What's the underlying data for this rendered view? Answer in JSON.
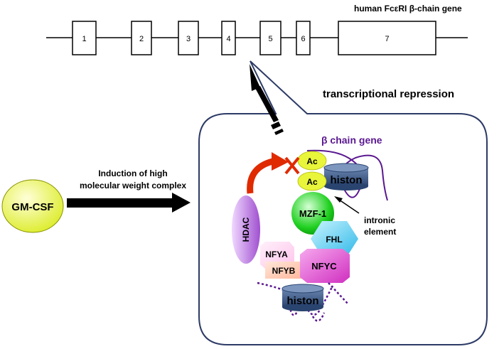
{
  "gene_title": "human FcεRI β-chain gene",
  "exons": [
    "1",
    "2",
    "3",
    "4",
    "5",
    "6",
    "7"
  ],
  "repression_label": "transcriptional repression",
  "induction_label": [
    "Induction of high",
    "molecular weight complex"
  ],
  "stimulus": "GM-CSF",
  "beta_chain_label": "β chain gene",
  "histon_label": "histon",
  "ac_label": "Ac",
  "hdac_label": "HDAC",
  "mzf1_label": "MZF-1",
  "fhl_label": "FHL",
  "nfya_label": "NFYA",
  "nfyb_label": "NFYB",
  "nfyc_label": "NFYC",
  "intronic_label": [
    "intronic",
    "element"
  ],
  "colors": {
    "gmcsf": "#e8f53a",
    "ac": "#e8f53a",
    "histon": "#2f4f7a",
    "hdac": "#b46ad8",
    "mzf1": "#18c818",
    "fhl": "#55c8f0",
    "nfya": "#ffd0f0",
    "nfyb": "#ffc8b0",
    "nfyc": "#e040d0",
    "beta_chain": "#5a1890",
    "red_arrow": "#e02a00"
  }
}
